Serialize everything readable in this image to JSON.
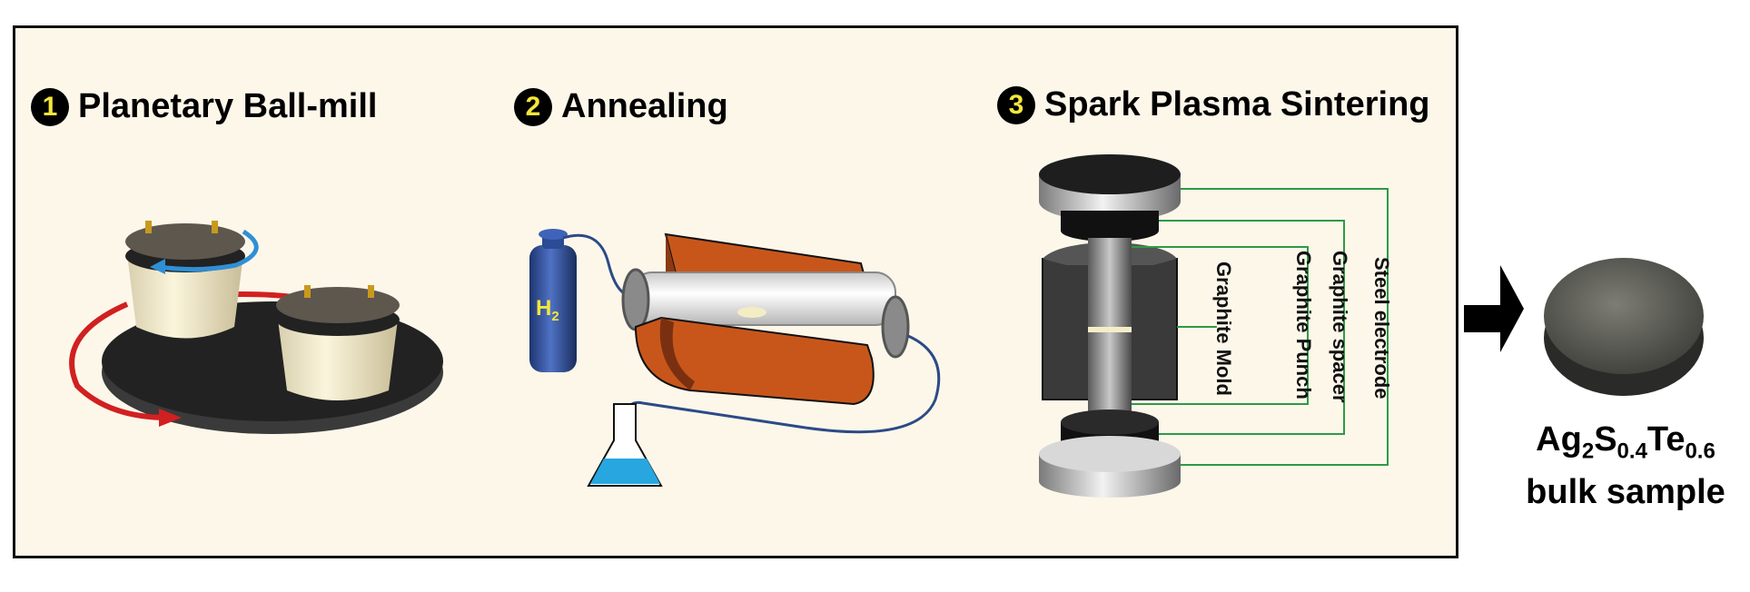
{
  "steps": [
    {
      "number": "1",
      "title": "Planetary Ball-mill"
    },
    {
      "number": "2",
      "title": "Annealing"
    },
    {
      "number": "3",
      "title": "Spark Plasma Sintering"
    }
  ],
  "annealing": {
    "gas_label": "H",
    "gas_subscript": "2"
  },
  "sps_labels": {
    "mold": "Graphite Mold",
    "punch": "Graphite Punch",
    "spacer": "Graphite spacer",
    "electrode": "Steel electrode"
  },
  "sample": {
    "formula_ag": "Ag",
    "sub_ag": "2",
    "formula_s": "S",
    "sub_s": "0.4",
    "formula_te": "Te",
    "sub_te": "0.6",
    "line2": "bulk sample"
  },
  "colors": {
    "badge_number": "#f4e63a",
    "panel_bg": "#fdf7ea",
    "furnace": "#c8561b",
    "arrow_red": "#d12020",
    "arrow_blue": "#2f8fd6",
    "wire_green": "#2e9a45"
  }
}
